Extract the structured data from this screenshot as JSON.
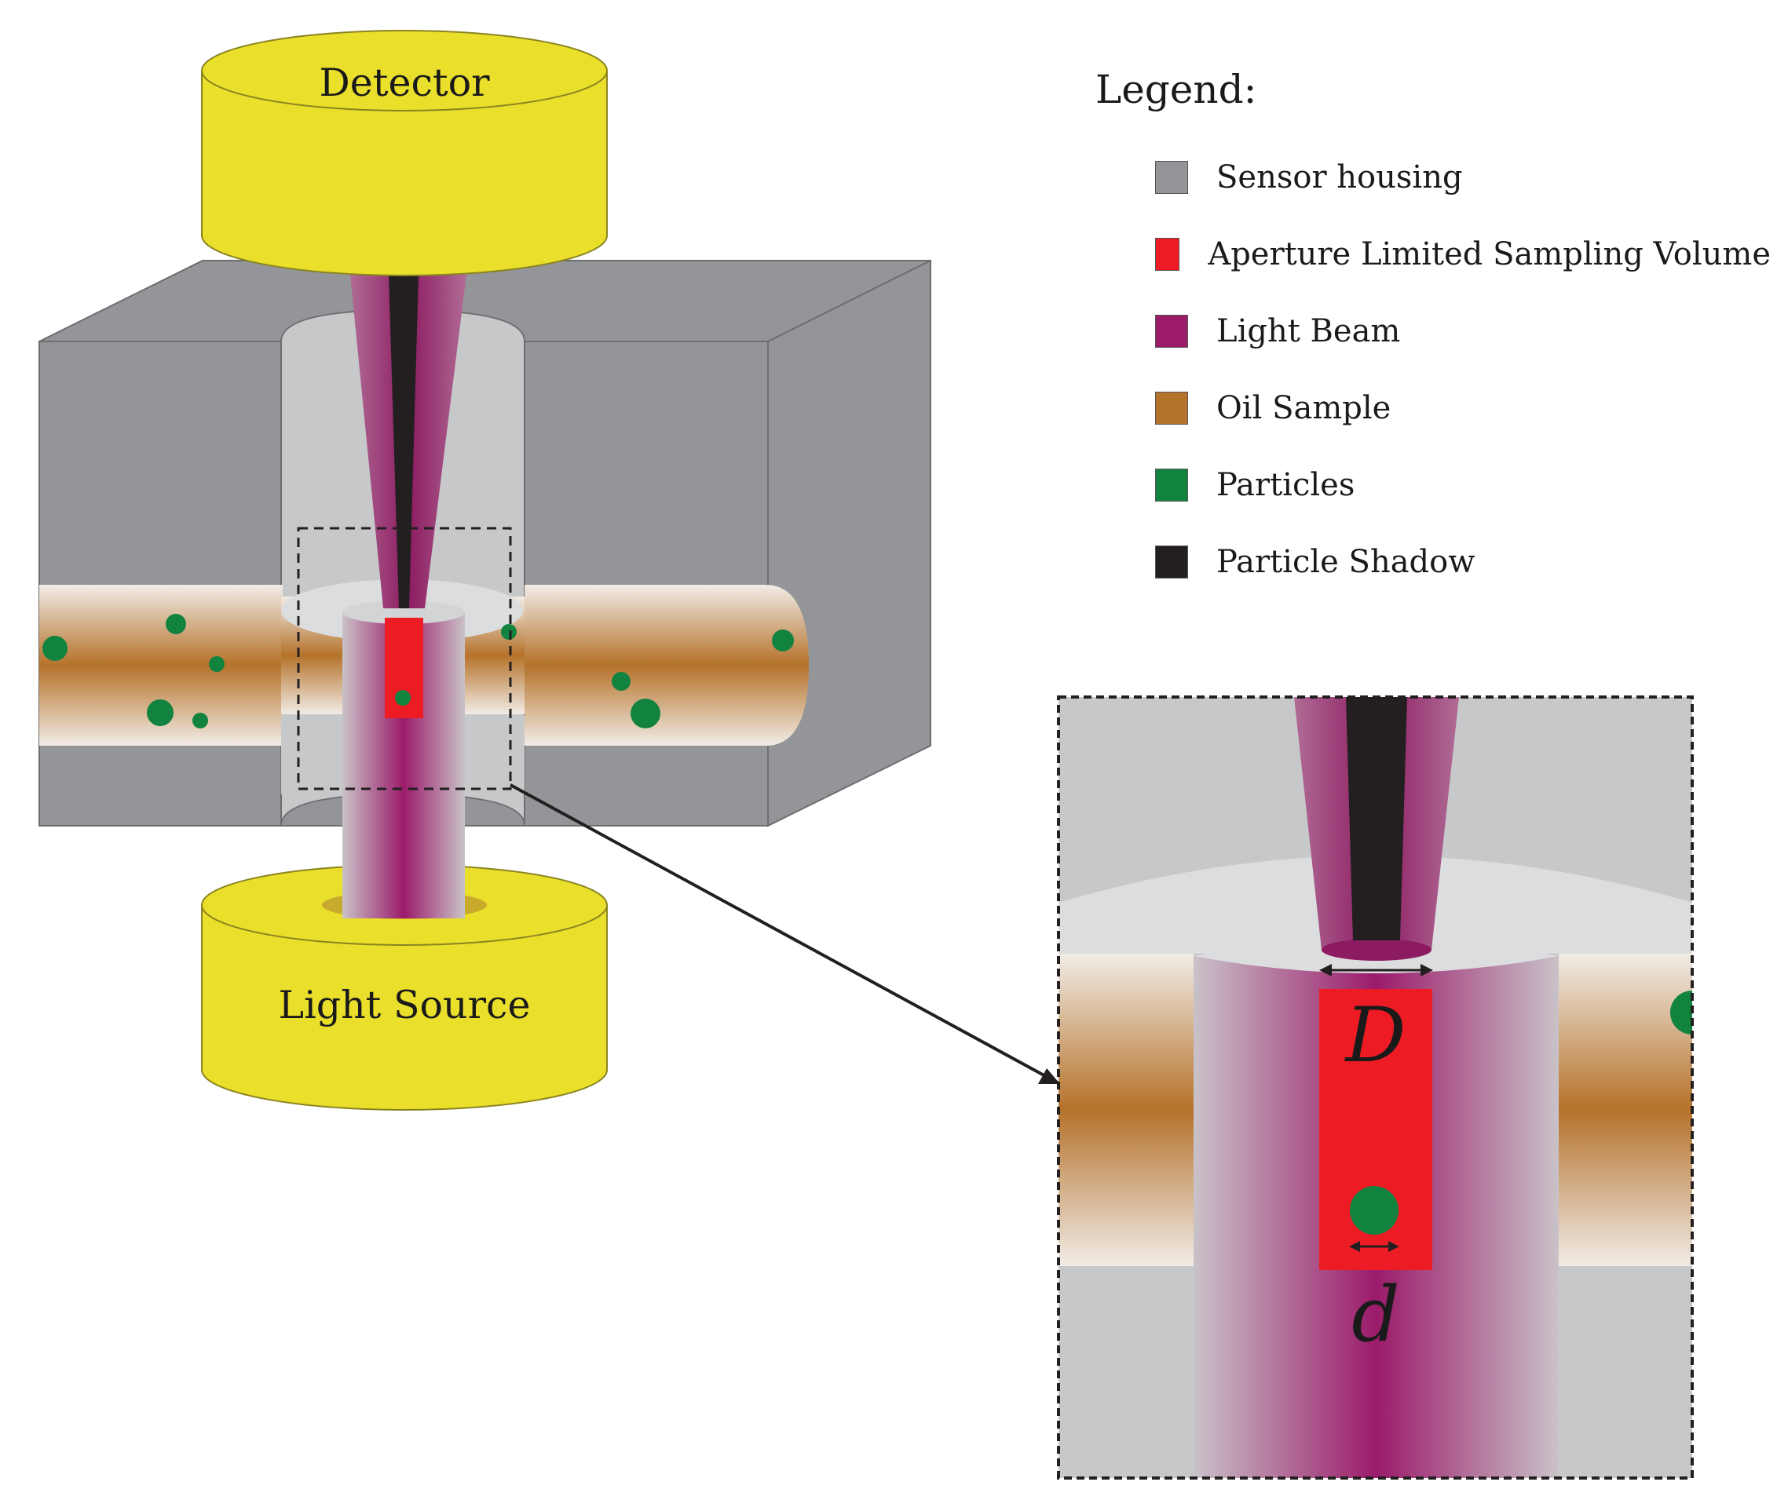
{
  "labels": {
    "detector": "Detector",
    "light_source": "Light Source",
    "aperture_diameter": "D",
    "particle_diameter": "d"
  },
  "legend": {
    "title": "Legend:",
    "items": [
      {
        "label": "Sensor housing",
        "color": "#939598"
      },
      {
        "label": "Aperture Limited Sampling Volume",
        "color": "#ed1c24"
      },
      {
        "label": "Light Beam",
        "color": "#9b1b6a"
      },
      {
        "label": "Oil Sample",
        "color": "#b5722a"
      },
      {
        "label": "Particles",
        "color": "#11833f"
      },
      {
        "label": "Particle Shadow",
        "color": "#231f20"
      }
    ]
  },
  "colors": {
    "housing": "#939598",
    "housing_light": "#c7c8ca",
    "bore": "#dcdddf",
    "yellow": "#eadf2a",
    "beam": "#9b1b6a",
    "oil": "#b5722a",
    "particle": "#11833f",
    "shadow": "#231f20",
    "aperture": "#ed1c24"
  }
}
